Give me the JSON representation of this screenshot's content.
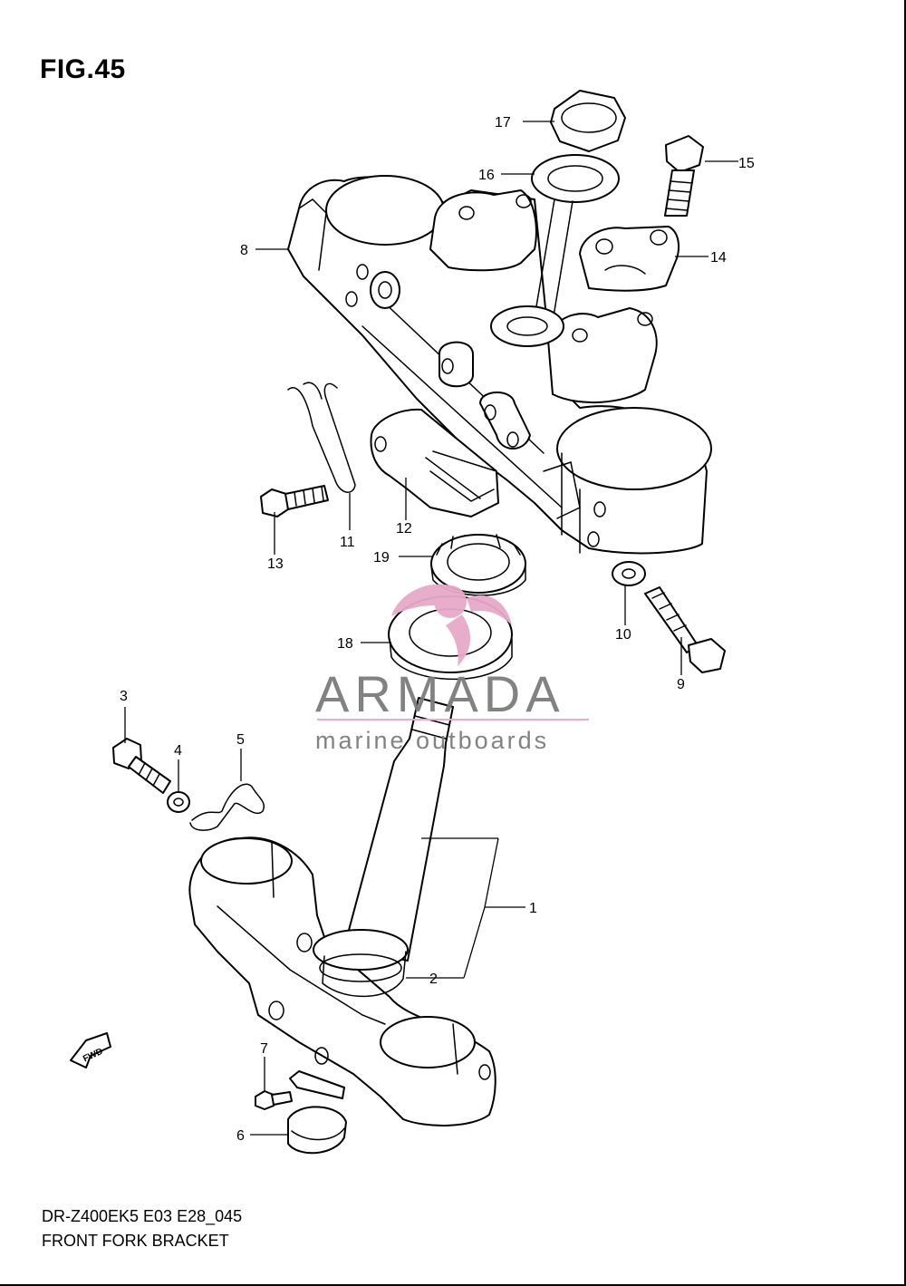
{
  "figure": {
    "title": "FIG.45"
  },
  "callouts": {
    "1": "1",
    "2": "2",
    "3": "3",
    "4": "4",
    "5": "5",
    "6": "6",
    "7": "7",
    "8": "8",
    "9": "9",
    "10": "10",
    "11": "11",
    "12": "12",
    "13": "13",
    "14": "14",
    "15": "15",
    "16": "16",
    "17": "17",
    "18": "18",
    "19": "19"
  },
  "direction_marker": {
    "label": "FWD"
  },
  "watermark": {
    "name": "ARMADA",
    "tagline": "marine outboards",
    "text_color": "#7c7c7c",
    "accent_color": "#e7a9c8"
  },
  "footer": {
    "code": "DR-Z400EK5 E03 E28_045",
    "name": "FRONT FORK BRACKET"
  }
}
